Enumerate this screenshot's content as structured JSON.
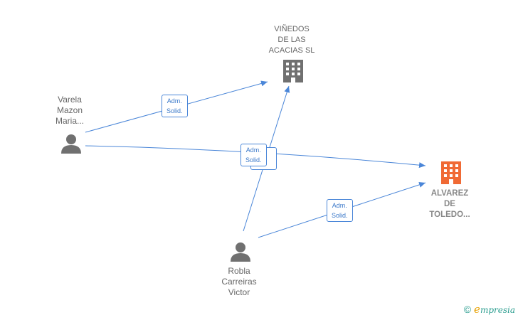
{
  "nodes": {
    "vinedos": {
      "label": "VIÑEDOS\nDE LAS\nACACIAS SL",
      "type": "company",
      "color": "#707070"
    },
    "alvarez": {
      "label": "ALVAREZ\nDE\nTOLEDO...",
      "type": "company",
      "color": "#f06a35"
    },
    "varela": {
      "label": "Varela\nMazon\nMaria...",
      "type": "person",
      "color": "#707070"
    },
    "robla": {
      "label": "Robla\nCarreiras\nVictor",
      "type": "person",
      "color": "#707070"
    }
  },
  "edges": [
    {
      "from": "Varela Mazon Maria...",
      "to": "VIÑEDOS DE LAS ACACIAS SL",
      "label": "Adm.\nSolid."
    },
    {
      "from": "Varela Mazon Maria...",
      "to": "ALVAREZ DE TOLEDO...",
      "label": "Adm.\nSolid."
    },
    {
      "from": "Robla Carreiras Victor",
      "to": "VIÑEDOS DE LAS ACACIAS SL",
      "label": "Adm.\nSolid."
    },
    {
      "from": "Robla Carreiras Victor",
      "to": "ALVAREZ DE TOLEDO...",
      "label": "Adm.\nSolid."
    }
  ],
  "edge_color": "#4a86d8",
  "footer": {
    "copyright_symbol": "©",
    "brand_initial": "e",
    "brand_rest": "mpresia"
  }
}
